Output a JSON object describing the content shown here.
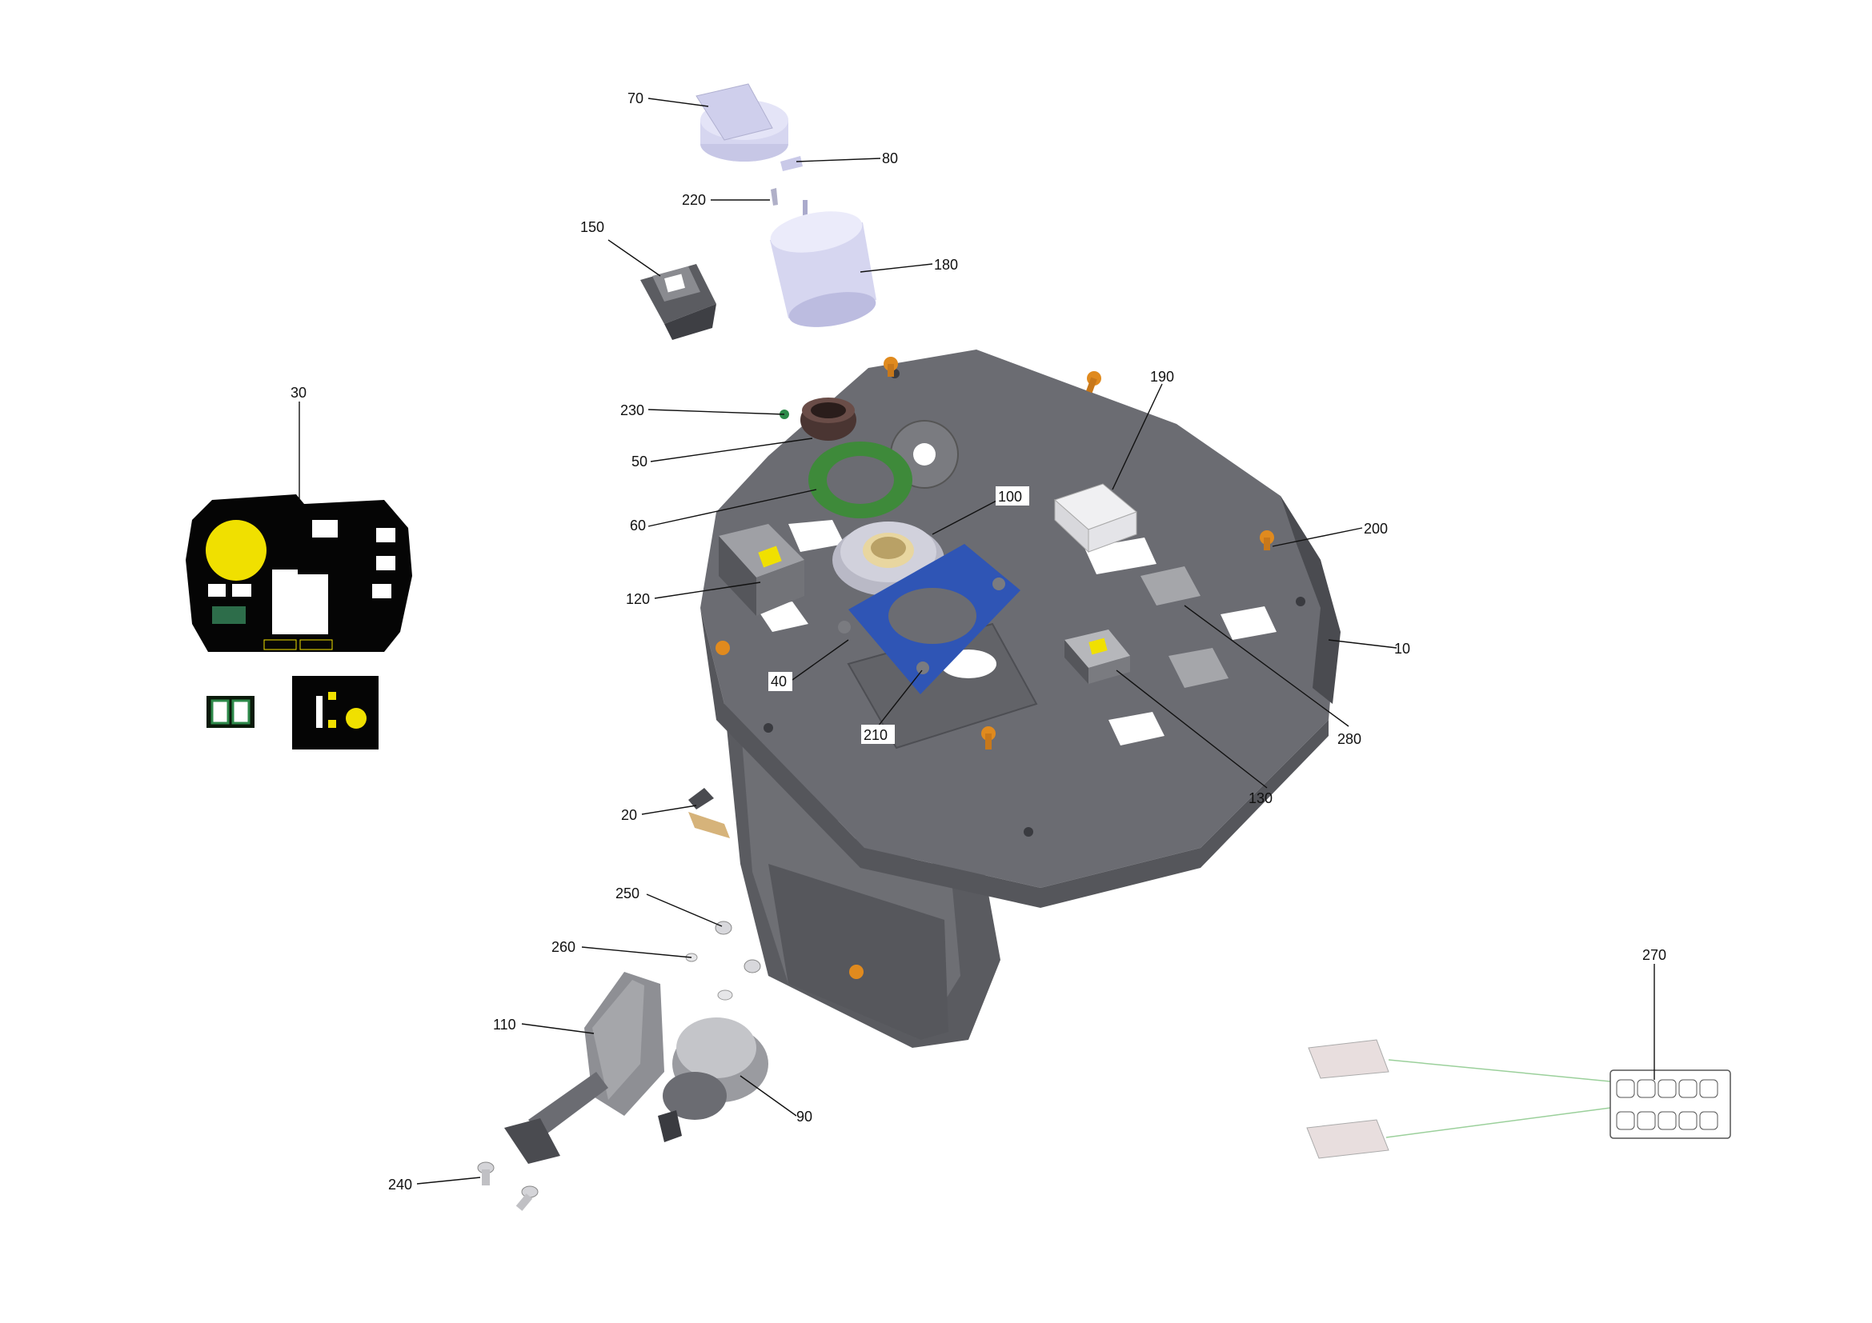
{
  "callouts": [
    {
      "id": "10",
      "label": "10"
    },
    {
      "id": "20",
      "label": "20"
    },
    {
      "id": "30",
      "label": "30"
    },
    {
      "id": "40",
      "label": "40"
    },
    {
      "id": "50",
      "label": "50"
    },
    {
      "id": "60",
      "label": "60"
    },
    {
      "id": "70",
      "label": "70"
    },
    {
      "id": "80",
      "label": "80"
    },
    {
      "id": "90",
      "label": "90"
    },
    {
      "id": "100",
      "label": "100"
    },
    {
      "id": "110",
      "label": "110"
    },
    {
      "id": "120",
      "label": "120"
    },
    {
      "id": "130",
      "label": "130"
    },
    {
      "id": "150",
      "label": "150"
    },
    {
      "id": "180",
      "label": "180"
    },
    {
      "id": "190",
      "label": "190"
    },
    {
      "id": "200",
      "label": "200"
    },
    {
      "id": "210",
      "label": "210"
    },
    {
      "id": "220",
      "label": "220"
    },
    {
      "id": "230",
      "label": "230"
    },
    {
      "id": "240",
      "label": "240"
    },
    {
      "id": "250",
      "label": "250"
    },
    {
      "id": "260",
      "label": "260"
    },
    {
      "id": "270",
      "label": "270"
    },
    {
      "id": "280",
      "label": "280"
    }
  ],
  "colors": {
    "housing": "#6b6c72",
    "housing_dark": "#4a4b50",
    "gasket": "#3e8a3a",
    "plate": "#2f55b5",
    "knob": "#dcdcf2",
    "bolt": "#e08a1e",
    "decal_yellow": "#f0e000",
    "wire": "#9bd09b"
  }
}
